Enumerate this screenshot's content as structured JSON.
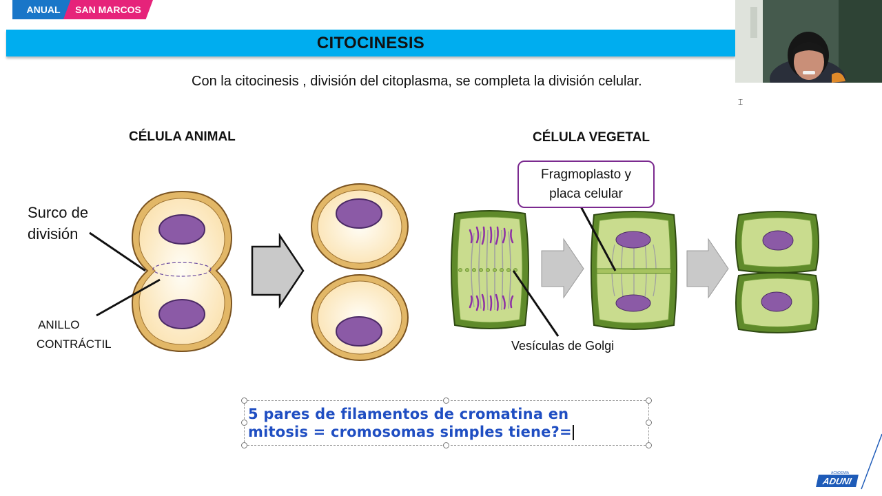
{
  "header": {
    "tag_left": "ANUAL",
    "tag_right": "SAN MARCOS",
    "title": "CITOCINESIS",
    "subtitle": "Con la citocinesis , división del citoplasma, se completa la división celular."
  },
  "diagram": {
    "animal_heading": "CÉLULA ANIMAL",
    "plant_heading": "CÉLULA VEGETAL",
    "label_furrow_line1": "Surco de",
    "label_furrow_line2": "división",
    "label_ring_line1": "ANILLO",
    "label_ring_line2": "CONTRÁCTIL",
    "callout_line1": "Fragmoplasto y",
    "callout_line2": "placa celular",
    "label_golgi": "Vesículas de Golgi"
  },
  "question": {
    "line1": "5 pares de filamentos de cromatina en",
    "line2": "mitosis = cromosomas simples tiene?="
  },
  "logo": {
    "name": "ADUNI",
    "small": "ACADEMIA"
  },
  "colors": {
    "banner": "#00adef",
    "question_text": "#1f4ec2",
    "nucleus": "#8b5aa6",
    "plant_wall": "#5f8a2a",
    "plant_fill": "#c9dc8e"
  }
}
